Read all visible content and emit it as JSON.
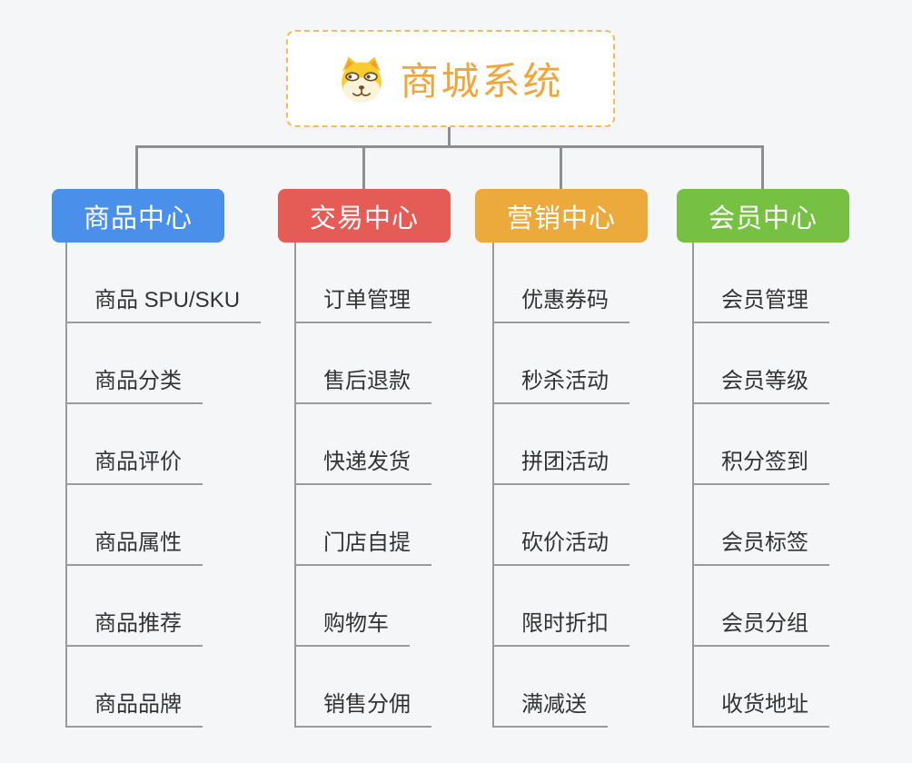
{
  "root": {
    "title": "商城系统",
    "icon": "shiba-dog-icon"
  },
  "branches": [
    {
      "label": "商品中心",
      "color": "#4a8fea",
      "children": [
        "商品 SPU/SKU",
        "商品分类",
        "商品评价",
        "商品属性",
        "商品推荐",
        "商品品牌"
      ]
    },
    {
      "label": "交易中心",
      "color": "#e45c55",
      "children": [
        "订单管理",
        "售后退款",
        "快递发货",
        "门店自提",
        "购物车",
        "销售分佣"
      ]
    },
    {
      "label": "营销中心",
      "color": "#eca93c",
      "children": [
        "优惠券码",
        "秒杀活动",
        "拼团活动",
        "砍价活动",
        "限时折扣",
        "满减送"
      ]
    },
    {
      "label": "会员中心",
      "color": "#76c044",
      "children": [
        "会员管理",
        "会员等级",
        "积分签到",
        "会员标签",
        "会员分组",
        "收货地址"
      ]
    }
  ],
  "palette": {
    "background": "#f5f6f7",
    "root_text": "#f0a63b",
    "root_border": "#f3bc57",
    "connector": "#8f8f8f",
    "underline": "#9a9a9a",
    "child_text": "#333333"
  }
}
